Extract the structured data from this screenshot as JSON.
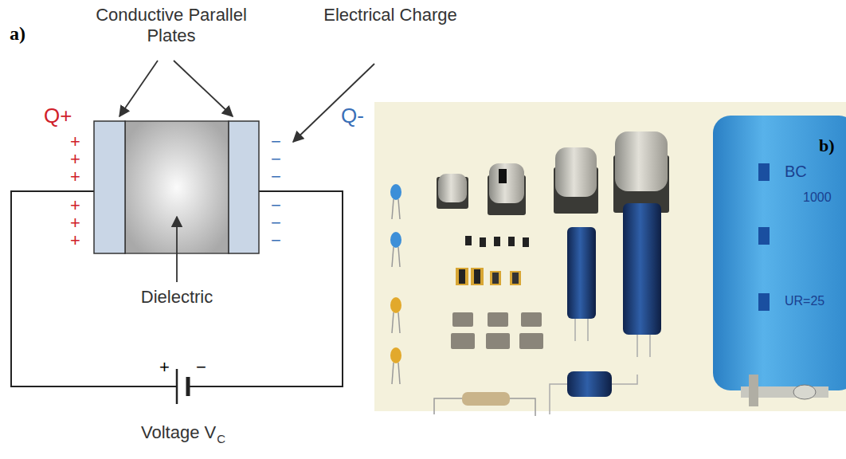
{
  "diagram": {
    "labels": [
      "a)",
      "Conductive Parallel Plates",
      "Electrical Charge",
      "Q+",
      "Q-",
      "+",
      "+",
      "+",
      "+",
      "+",
      "+",
      "−",
      "−",
      "−",
      "−",
      "−",
      "−",
      "Dielectric",
      "+",
      "−",
      "Voltage V",
      "C",
      "b)",
      "BC",
      "1000",
      "UR=25"
    ]
  }
}
